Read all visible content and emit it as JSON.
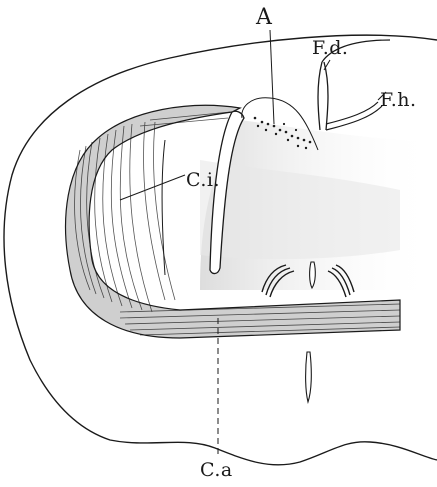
{
  "figure": {
    "labels": {
      "a": "A",
      "fd": "F.d.",
      "fh": "F.h.",
      "ci": "C.i.",
      "ca": "C.a"
    },
    "colors": {
      "ink": "#1a1a1a",
      "paper": "#ffffff",
      "shade": "#dcdcdc"
    }
  }
}
